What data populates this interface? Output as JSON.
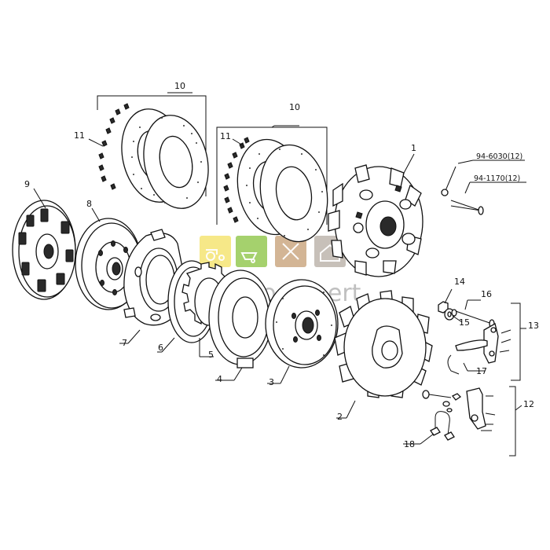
{
  "labels": {
    "p1": "1",
    "p2": "2",
    "p3": "3",
    "p4": "4",
    "p5": "5",
    "p6": "6",
    "p7": "7",
    "p8": "8",
    "p9": "9",
    "p10a": "10",
    "p10b": "10",
    "p11a": "11",
    "p11b": "11",
    "p12": "12",
    "p13": "13",
    "p14": "14",
    "p15": "15",
    "p16": "16",
    "p17": "17",
    "p18": "18",
    "bolt_a": "94-6030(12)",
    "bolt_b": "94-1170(12)"
  },
  "watermark": {
    "text": "Agro Expert",
    "tile_colors": [
      "#f4e26a",
      "#8ec548",
      "#c8a27a",
      "#b9b0a8"
    ],
    "tile_icons": [
      "tractor-icon",
      "wheelbarrow-icon",
      "tools-icon",
      "house-icon"
    ]
  }
}
